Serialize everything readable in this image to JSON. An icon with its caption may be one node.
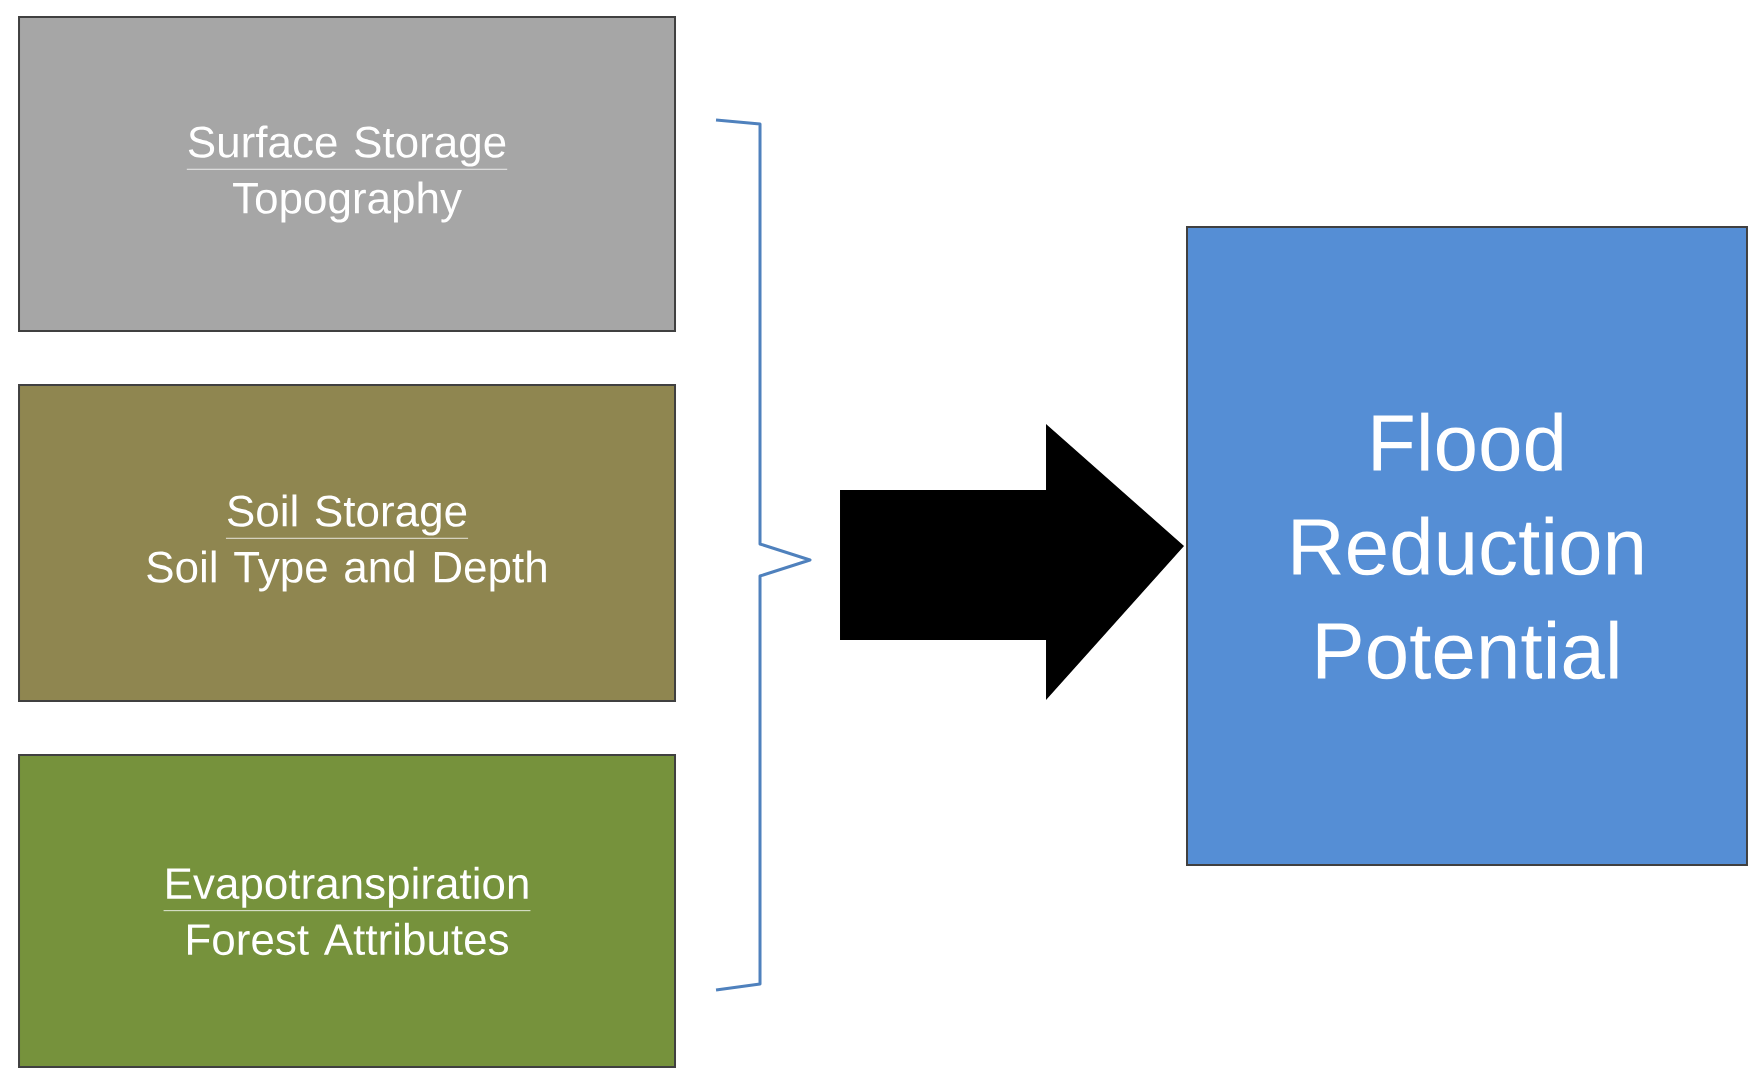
{
  "diagram": {
    "nodes": [
      {
        "text": [
          "Surface Storage",
          "Topography"
        ]
      },
      {
        "text": [
          "Soil Storage",
          "Soil Type and Depth"
        ]
      },
      {
        "text": [
          "Evapotranspiration",
          "Forest Attributes"
        ]
      },
      {
        "text": [
          "Flood Reduction Potential"
        ]
      }
    ],
    "edges": [
      {
        "from": null,
        "to": 3,
        "arrow": "to"
      }
    ]
  }
}
